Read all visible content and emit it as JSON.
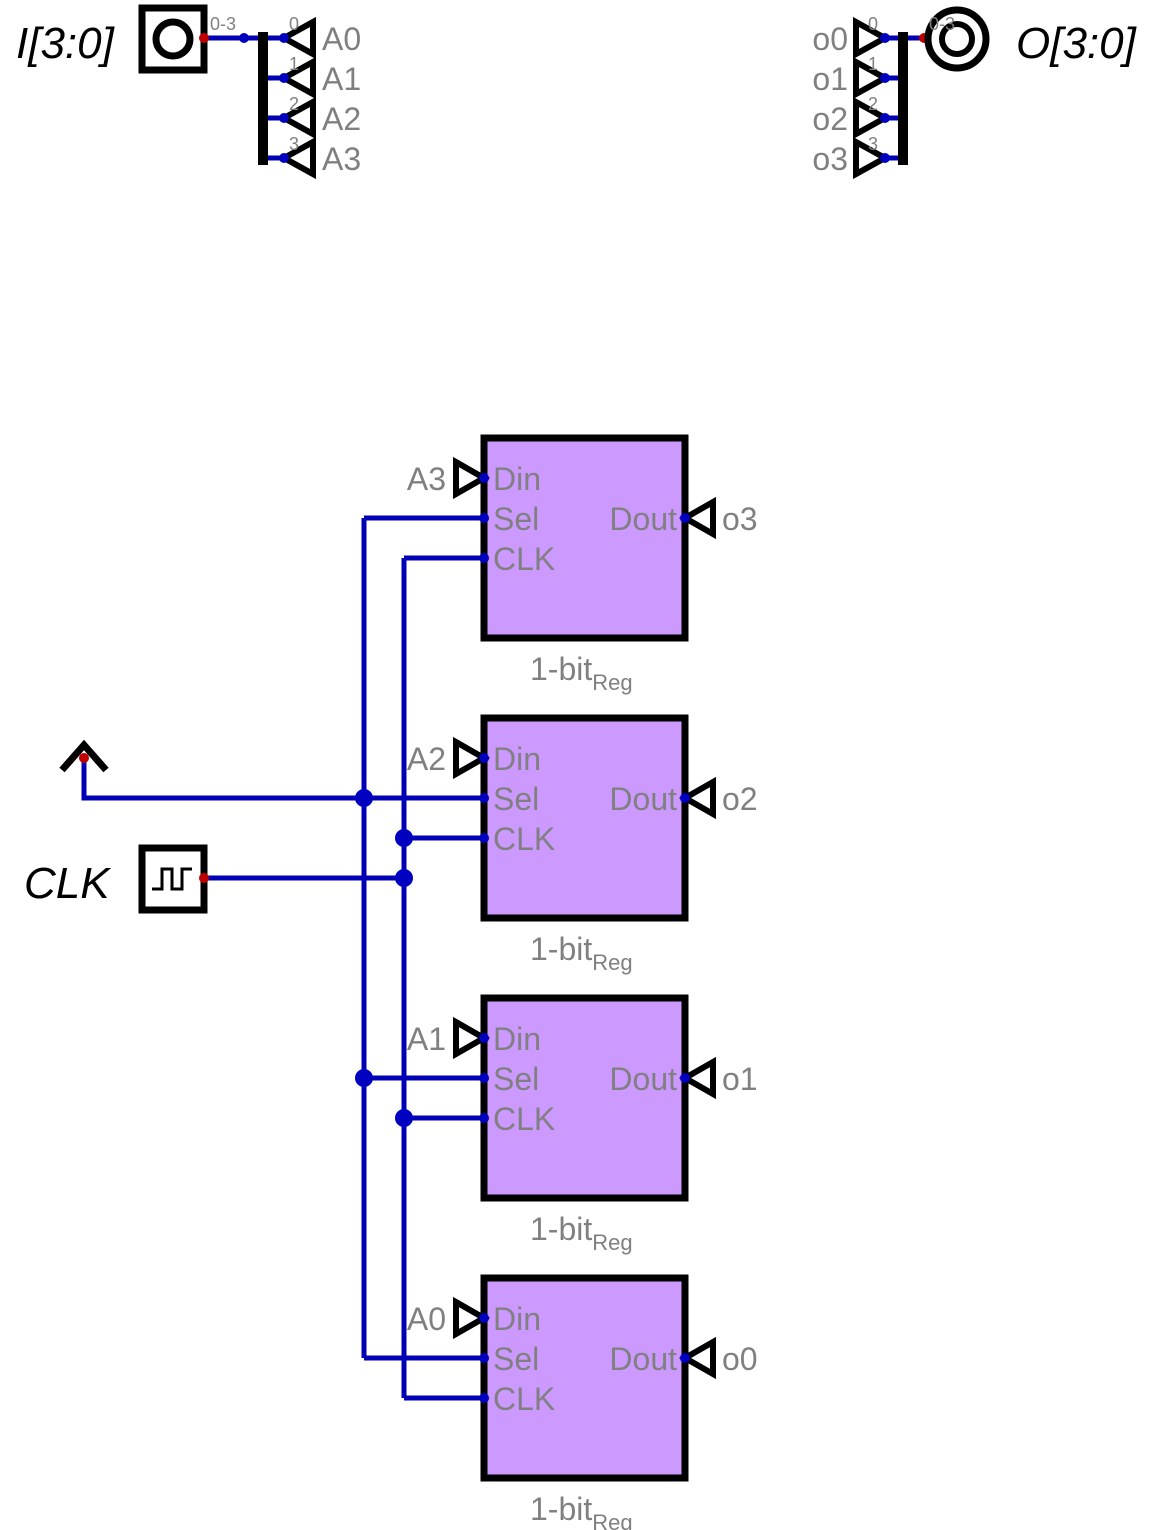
{
  "colors": {
    "wire": "#0000b4",
    "register_fill": "#cc99ff",
    "stroke": "#000000",
    "label": "#808080",
    "dot_red": "#c00000",
    "dot_blue": "#0000c0"
  },
  "input_pin": {
    "name": "I[3:0]",
    "bus_range": "0-3"
  },
  "output_pin": {
    "name": "O[3:0]",
    "bus_range": "0-3"
  },
  "input_splitter": {
    "indices": [
      "0",
      "1",
      "2",
      "3"
    ],
    "tunnels": [
      "A0",
      "A1",
      "A2",
      "A3"
    ]
  },
  "output_splitter": {
    "indices": [
      "0",
      "1",
      "2",
      "3"
    ],
    "tunnels": [
      "o0",
      "o1",
      "o2",
      "o3"
    ]
  },
  "clock": {
    "label": "CLK"
  },
  "power": {
    "icon": "power-source-icon"
  },
  "registers": [
    {
      "din_tunnel": "A3",
      "dout_tunnel": "o3",
      "ports": {
        "din": "Din",
        "sel": "Sel",
        "clk": "CLK",
        "dout": "Dout"
      },
      "caption": "1-bit",
      "caption_sub": "Reg"
    },
    {
      "din_tunnel": "A2",
      "dout_tunnel": "o2",
      "ports": {
        "din": "Din",
        "sel": "Sel",
        "clk": "CLK",
        "dout": "Dout"
      },
      "caption": "1-bit",
      "caption_sub": "Reg"
    },
    {
      "din_tunnel": "A1",
      "dout_tunnel": "o1",
      "ports": {
        "din": "Din",
        "sel": "Sel",
        "clk": "CLK",
        "dout": "Dout"
      },
      "caption": "1-bit",
      "caption_sub": "Reg"
    },
    {
      "din_tunnel": "A0",
      "dout_tunnel": "o0",
      "ports": {
        "din": "Din",
        "sel": "Sel",
        "clk": "CLK",
        "dout": "Dout"
      },
      "caption": "1-bit",
      "caption_sub": "Reg"
    }
  ]
}
